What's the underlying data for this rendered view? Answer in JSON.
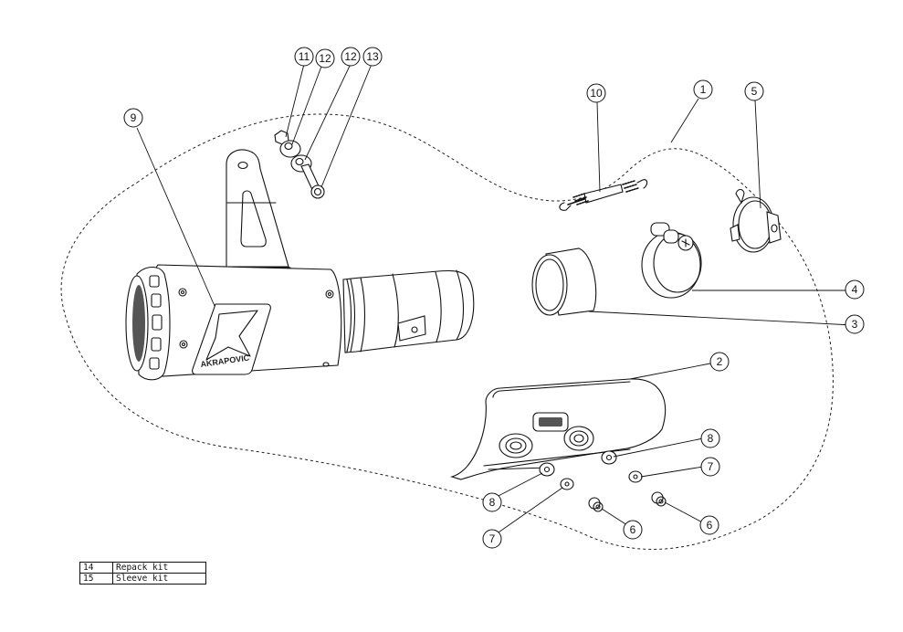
{
  "diagram": {
    "title": "Exhaust system exploded parts diagram",
    "brand_logo": "AKRAPOVIC",
    "callouts": [
      {
        "id": "c1",
        "label": "1",
        "part": "kit-boundary"
      },
      {
        "id": "c2",
        "label": "2",
        "part": "heat-shield"
      },
      {
        "id": "c3",
        "label": "3",
        "part": "sleeve-gasket"
      },
      {
        "id": "c4",
        "label": "4",
        "part": "hose-clamp"
      },
      {
        "id": "c5",
        "label": "5",
        "part": "mounting-clamp"
      },
      {
        "id": "c6a",
        "label": "6",
        "part": "bolt"
      },
      {
        "id": "c6b",
        "label": "6",
        "part": "bolt"
      },
      {
        "id": "c7a",
        "label": "7",
        "part": "washer"
      },
      {
        "id": "c7b",
        "label": "7",
        "part": "washer"
      },
      {
        "id": "c8a",
        "label": "8",
        "part": "grommet"
      },
      {
        "id": "c8b",
        "label": "8",
        "part": "grommet"
      },
      {
        "id": "c9",
        "label": "9",
        "part": "muffler"
      },
      {
        "id": "c10",
        "label": "10",
        "part": "spring"
      },
      {
        "id": "c11",
        "label": "11",
        "part": "nut"
      },
      {
        "id": "c12a",
        "label": "12",
        "part": "washer"
      },
      {
        "id": "c12b",
        "label": "12",
        "part": "washer"
      },
      {
        "id": "c13",
        "label": "13",
        "part": "bolt"
      }
    ]
  },
  "kits_table": {
    "rows": [
      {
        "number": "14",
        "description": "Repack kit"
      },
      {
        "number": "15",
        "description": "Sleeve kit"
      }
    ]
  }
}
